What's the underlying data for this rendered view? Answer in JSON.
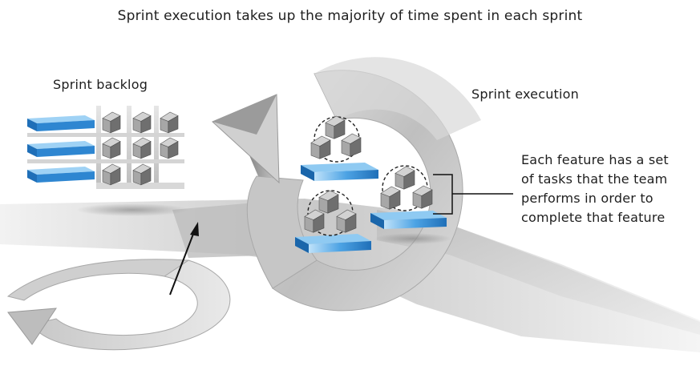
{
  "diagram": {
    "title": "Sprint execution takes up the majority of time spent in each sprint",
    "labels": {
      "sprint_backlog": "Sprint backlog",
      "sprint_execution": "Sprint execution"
    },
    "callout": {
      "lines": [
        "Each feature has a set",
        "of tasks that the team",
        "performs in order to",
        "complete that feature"
      ]
    },
    "colors": {
      "feature_blue": "#2e86d1",
      "feature_blue_light": "#7fc0ee",
      "feature_blue_dark": "#17609e",
      "arrow_gray": "#b9b9b9",
      "arrow_gray_dark": "#7a7a7a",
      "task_cube_gray": "#8c8c8c"
    }
  }
}
